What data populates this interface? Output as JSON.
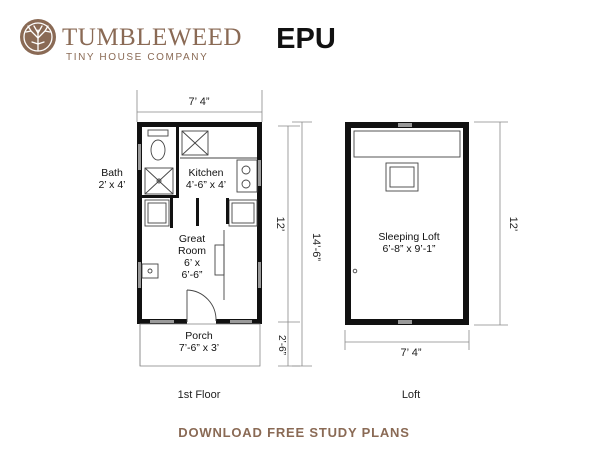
{
  "logo": {
    "name": "TUMBLEWEED",
    "tagline": "TINY HOUSE COMPANY",
    "brand_color": "#8a6a55"
  },
  "title": "EPU",
  "first_floor": {
    "caption": "1st Floor",
    "width_dim": "7’ 4”",
    "main_length_dim": "12’",
    "total_length_dim": "14’-6”",
    "porch_depth_dim": "2’-6”",
    "rooms": {
      "bath_name": "Bath",
      "bath_size": "2’ x 4’",
      "kitchen_name": "Kitchen",
      "kitchen_size": "4’-6” x 4’",
      "great_room_line1": "Great",
      "great_room_line2": "Room",
      "great_room_line3": "6’ x",
      "great_room_line4": "6’-6”",
      "porch_name": "Porch",
      "porch_size": "7’-6” x 3’"
    }
  },
  "loft": {
    "caption": "Loft",
    "width_dim": "7’ 4”",
    "length_dim": "12’",
    "room_name": "Sleeping Loft",
    "room_size": "6’-8” x 9’-1”"
  },
  "cta": {
    "label": "DOWNLOAD FREE STUDY PLANS",
    "color": "#8a6a55"
  },
  "colors": {
    "wall": "#111111",
    "window": "#9a9a9a"
  }
}
